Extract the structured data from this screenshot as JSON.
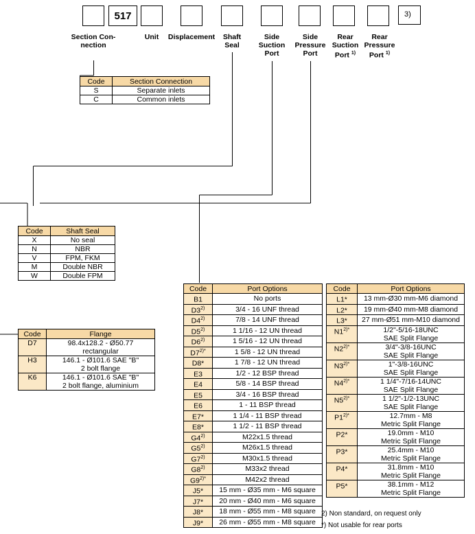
{
  "top": {
    "boxes": [
      "",
      "517",
      "",
      "",
      "",
      "",
      "",
      "",
      ""
    ],
    "ref": "3)",
    "labels": [
      {
        "lines": [
          "Section Con-",
          "nection"
        ]
      },
      {
        "lines": [
          "Unit"
        ]
      },
      {
        "lines": [
          "Displacement"
        ]
      },
      {
        "lines": [
          "Shaft",
          "Seal"
        ]
      },
      {
        "lines": [
          "Side",
          "Suction",
          "Port"
        ]
      },
      {
        "lines": [
          "Side",
          "Pressure",
          "Port"
        ]
      },
      {
        "lines": [
          "Rear",
          "Suction",
          "Port"
        ],
        "sup": "1)"
      },
      {
        "lines": [
          "Rear",
          "Pressure",
          "Port"
        ],
        "sup": "1)"
      }
    ]
  },
  "section_table": {
    "headers": [
      "Code",
      "Section Connection"
    ],
    "rows": [
      [
        "S",
        "Separate inlets"
      ],
      [
        "C",
        "Common inlets"
      ]
    ]
  },
  "shaft_table": {
    "headers": [
      "Code",
      "Shaft Seal"
    ],
    "rows": [
      [
        "X",
        "No seal"
      ],
      [
        "N",
        "NBR"
      ],
      [
        "V",
        "FPM, FKM"
      ],
      [
        "M",
        "Double NBR"
      ],
      [
        "W",
        "Double FPM"
      ]
    ]
  },
  "flange_table": {
    "headers": [
      "Code",
      "Flange"
    ],
    "rows": [
      [
        "D7",
        "98.4x128.2 - Ø50.77",
        "rectangular"
      ],
      [
        "H3",
        "146.1 - Ø101.6 SAE \"B\"",
        "2 bolt flange"
      ],
      [
        "K6",
        "146.1 - Ø101.6 SAE \"B\"",
        "2 bolt flange, aluminium"
      ]
    ]
  },
  "port_table_left": {
    "headers": [
      "Code",
      "Port Options"
    ],
    "rows": [
      {
        "code": "B1",
        "sup": "",
        "text": "No ports"
      },
      {
        "code": "D3",
        "sup": "2)",
        "text": "3/4 - 16 UNF thread"
      },
      {
        "code": "D4",
        "sup": "2)",
        "text": "7/8 - 14 UNF thread"
      },
      {
        "code": "D5",
        "sup": "2)",
        "text": "1 1/16 - 12 UN thread"
      },
      {
        "code": "D6",
        "sup": "2)",
        "text": "1 5/16 - 12 UN thread"
      },
      {
        "code": "D7",
        "sup": "2)*",
        "text": "1 5/8 - 12 UN thread"
      },
      {
        "code": "D8*",
        "sup": "",
        "text": "1 7/8 - 12 UN thread"
      },
      {
        "code": "E3",
        "sup": "",
        "text": "1/2 - 12 BSP thread"
      },
      {
        "code": "E4",
        "sup": "",
        "text": "5/8 - 14 BSP thread"
      },
      {
        "code": "E5",
        "sup": "",
        "text": "3/4 - 16 BSP thread"
      },
      {
        "code": "E6",
        "sup": "",
        "text": "1 - 11 BSP thread"
      },
      {
        "code": "E7*",
        "sup": "",
        "text": "1 1/4 - 11 BSP thread"
      },
      {
        "code": "E8*",
        "sup": "",
        "text": "1 1/2 - 11 BSP thread"
      },
      {
        "code": "G4",
        "sup": "2)",
        "text": "M22x1.5 thread"
      },
      {
        "code": "G5",
        "sup": "2)",
        "text": "M26x1.5 thread"
      },
      {
        "code": "G7",
        "sup": "2)",
        "text": "M30x1.5 thread"
      },
      {
        "code": "G8",
        "sup": "2)",
        "text": "M33x2 thread"
      },
      {
        "code": "G9",
        "sup": "2)*",
        "text": "M42x2 thread"
      },
      {
        "code": "J5*",
        "sup": "",
        "text": "15 mm - Ø35 mm - M6 square"
      },
      {
        "code": "J7*",
        "sup": "",
        "text": "20 mm - Ø40 mm - M6 square"
      },
      {
        "code": "J8*",
        "sup": "",
        "text": "18 mm - Ø55 mm - M8 square"
      },
      {
        "code": "J9*",
        "sup": "",
        "text": "26 mm - Ø55 mm - M8 square"
      }
    ]
  },
  "port_table_right": {
    "headers": [
      "Code",
      "Port Options"
    ],
    "rows": [
      {
        "code": "L1*",
        "sup": "",
        "l1": "13 mm-Ø30 mm-M6 diamond",
        "l2": ""
      },
      {
        "code": "L2*",
        "sup": "",
        "l1": "19 mm-Ø40 mm-M8 diamond",
        "l2": ""
      },
      {
        "code": "L3*",
        "sup": "",
        "l1": "27 mm-Ø51 mm-M10 diamond",
        "l2": ""
      },
      {
        "code": "N1",
        "sup": "2)*",
        "l1": "1/2\"-5/16-18UNC",
        "l2": "SAE Split Flange"
      },
      {
        "code": "N2",
        "sup": "2)*",
        "l1": "3/4\"-3/8-16UNC",
        "l2": "SAE Split Flange"
      },
      {
        "code": "N3",
        "sup": "2)*",
        "l1": "1\"-3/8-16UNC",
        "l2": "SAE Split Flange"
      },
      {
        "code": "N4",
        "sup": "2)*",
        "l1": "1 1/4\"-7/16-14UNC",
        "l2": "SAE Split Flange"
      },
      {
        "code": "N5",
        "sup": "2)*",
        "l1": "1 1/2\"-1/2-13UNC",
        "l2": "SAE Split Flange"
      },
      {
        "code": "P1",
        "sup": "2)*",
        "l1": "12.7mm - M8",
        "l2": "Metric Split Flange"
      },
      {
        "code": "P2*",
        "sup": "",
        "l1": "19.0mm - M10",
        "l2": "Metric Split Flange"
      },
      {
        "code": "P3*",
        "sup": "",
        "l1": "25.4mm - M10",
        "l2": "Metric Split Flange"
      },
      {
        "code": "P4*",
        "sup": "",
        "l1": "31.8mm - M10",
        "l2": "Metric Split Flange"
      },
      {
        "code": "P5*",
        "sup": "",
        "l1": "38.1mm - M12",
        "l2": "Metric Split Flange"
      }
    ]
  },
  "footnotes": [
    "2)  Non standard, on request only",
    "*)  Not usable for rear ports"
  ]
}
